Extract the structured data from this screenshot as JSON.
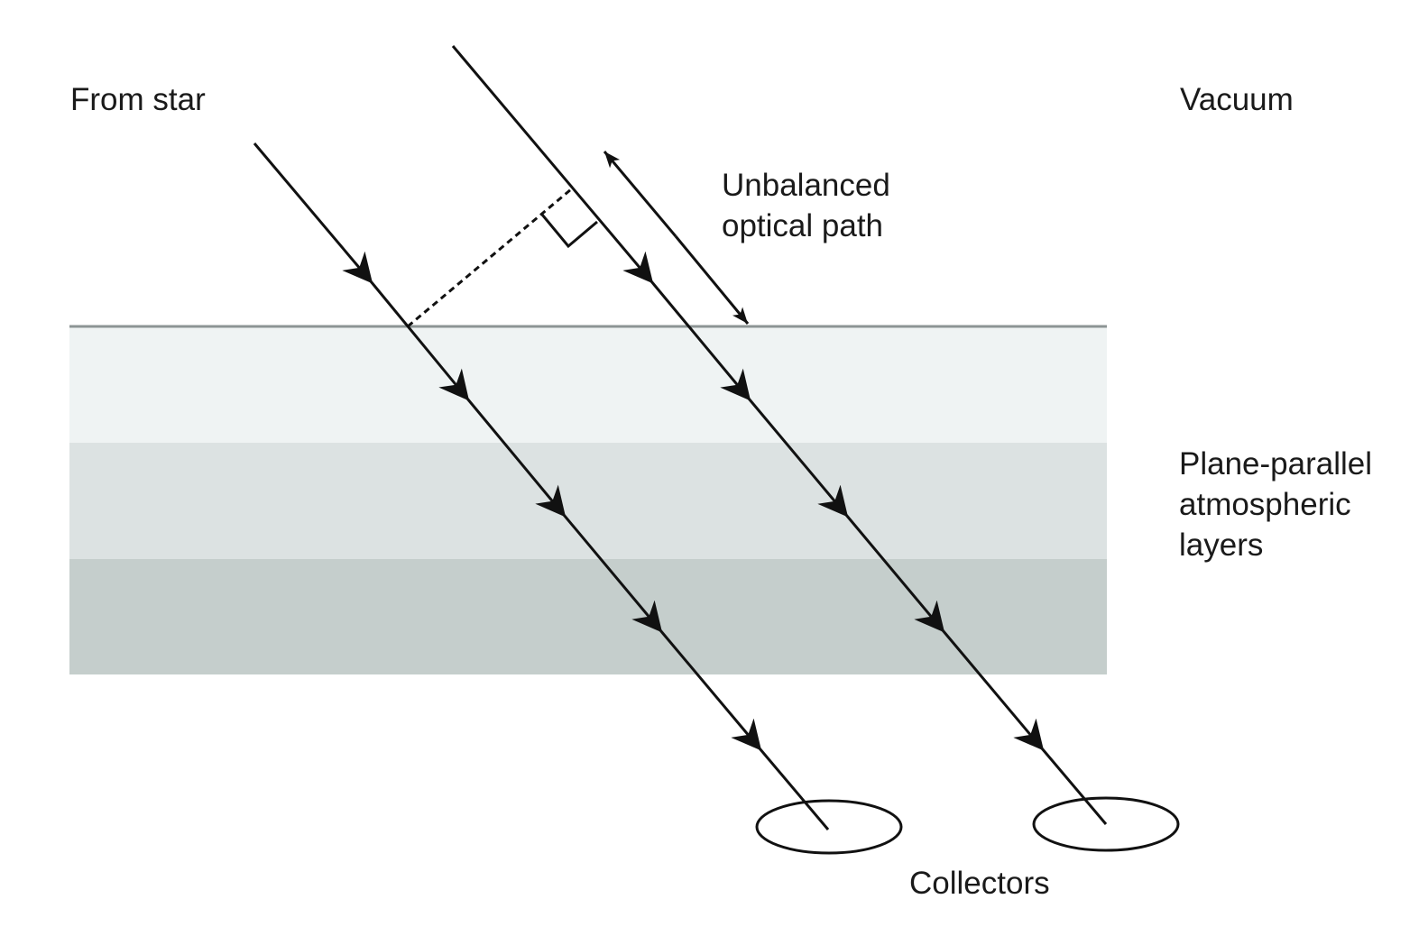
{
  "labels": {
    "from_star": "From star",
    "vacuum": "Vacuum",
    "unbalanced_path": [
      "Unbalanced",
      "optical path"
    ],
    "atmospheric_layers": [
      "Plane-parallel",
      "atmospheric",
      "layers"
    ],
    "collectors": "Collectors"
  },
  "colors": {
    "ink": "#111111",
    "surface_line": "#8c9494",
    "layer_top": "#eff3f3",
    "layer_middle": "#dce2e2",
    "layer_bottom": "#c5cecc"
  },
  "layers": [
    {
      "name": "upper-layer",
      "shade": "layer_top"
    },
    {
      "name": "middle-layer",
      "shade": "layer_middle"
    },
    {
      "name": "lower-layer",
      "shade": "layer_bottom"
    }
  ]
}
